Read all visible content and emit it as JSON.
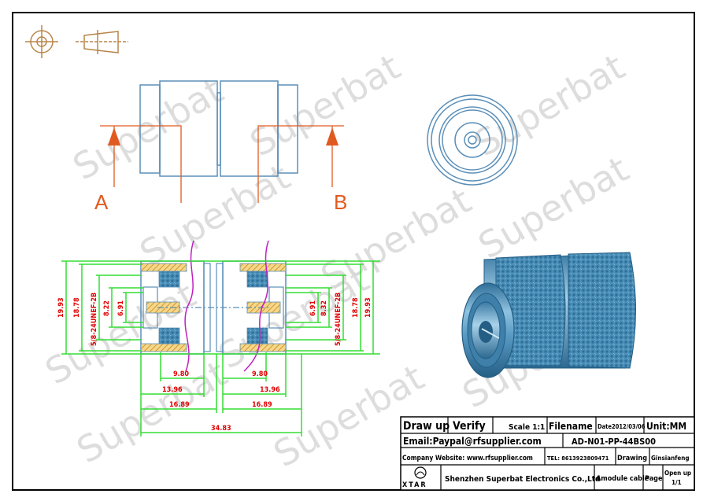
{
  "watermark": "Superbat",
  "view_labels": {
    "a": "A",
    "b": "B"
  },
  "dimensions": {
    "d_outer": "19.93",
    "d_body": "18.78",
    "thread": "5/8-24UNEF-2B",
    "d_inner1": "8.22",
    "d_inner2": "6.91",
    "d_outer_r": "19.93",
    "d_body_r": "18.78",
    "thread_r": "5/8-24UNEF-2B",
    "d_inner1_r": "8.32",
    "d_inner2_r": "6.91",
    "len_9": "9.80",
    "len_13": "13.96",
    "len_16": "16.89",
    "len_9_r": "9.80",
    "len_13_r": "13.96",
    "len_16_r": "16.89",
    "total": "34.83"
  },
  "title_block": {
    "draw_up": "Draw up",
    "verify": "Verify",
    "scale": "Scale 1:1",
    "filename": "Filename",
    "date": "Date2012/03/06",
    "unit": "Unit:MM",
    "email": "Email:Paypal@rfsupplier.com",
    "part_no": "AD-N01-PP-44BS00",
    "website": "Company Website: www.rfsupplier.com",
    "tel": "TEL: 8613923809471",
    "drawing": "Drawing",
    "drawer": "Ginsianfeng",
    "logo_text": "XTAR",
    "company": "Shenzhen Superbat Electronics Co.,Ltd",
    "module": "Amodule cable",
    "page": "Page",
    "open_up": "Open up",
    "page_no": "1/1"
  }
}
